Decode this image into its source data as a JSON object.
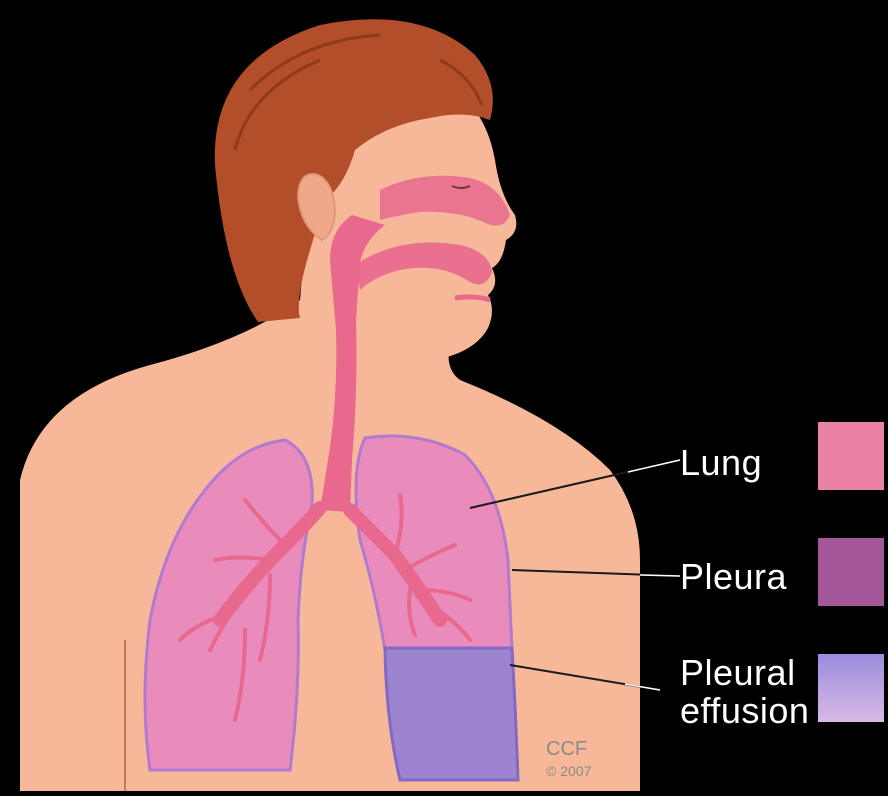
{
  "labels": {
    "lung": "Lung",
    "pleura": "Pleura",
    "pleural_effusion_line1": "Pleural",
    "pleural_effusion_line2": "effusion"
  },
  "credit": {
    "line1": "CCF",
    "line2": "© 2007"
  },
  "legend": [
    {
      "name": "lung",
      "color": "#ea82a8"
    },
    {
      "name": "pleura",
      "color": "#a4569a"
    },
    {
      "name": "pleural-effusion",
      "color": "#b39be0"
    }
  ],
  "colors": {
    "background": "#000000",
    "skin": "#f6b898",
    "hair": "#b24e2a",
    "airway": "#e8688e",
    "lung": "#ea8cbb",
    "pleura_outline": "#a070c8",
    "effusion": "#9c84d0"
  }
}
